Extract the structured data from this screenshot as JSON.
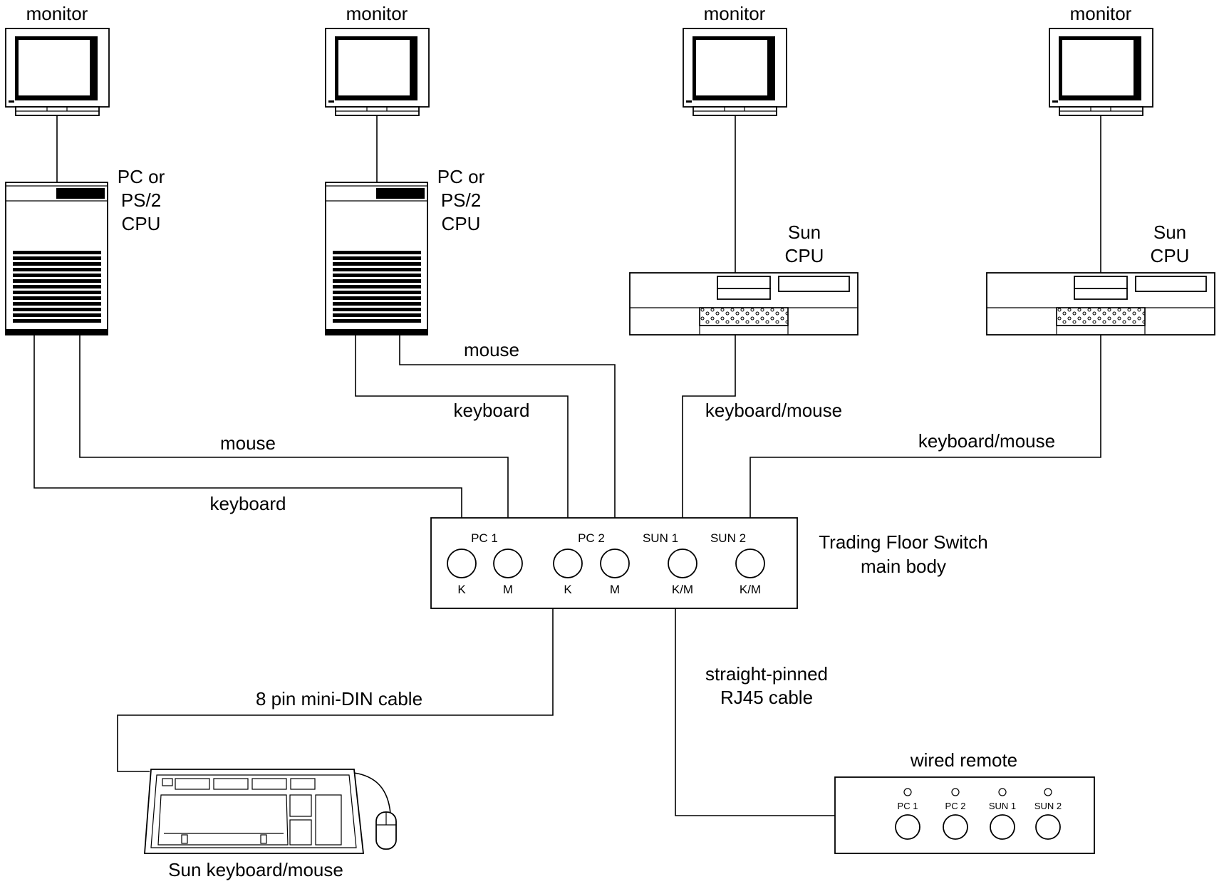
{
  "monitors": [
    {
      "label": "monitor"
    },
    {
      "label": "monitor"
    },
    {
      "label": "monitor"
    },
    {
      "label": "monitor"
    }
  ],
  "pc_cpus": [
    {
      "label_lines": [
        "PC or",
        "PS/2",
        "CPU"
      ]
    },
    {
      "label_lines": [
        "PC or",
        "PS/2",
        "CPU"
      ]
    }
  ],
  "sun_cpus": [
    {
      "label_lines": [
        "Sun",
        "CPU"
      ]
    },
    {
      "label_lines": [
        "Sun",
        "CPU"
      ]
    }
  ],
  "cables": {
    "pc1_mouse": "mouse",
    "pc1_keyboard": "keyboard",
    "pc2_mouse": "mouse",
    "pc2_keyboard": "keyboard",
    "sun1_km": "keyboard/mouse",
    "sun2_km": "keyboard/mouse",
    "mini_din": "8 pin mini-DIN cable",
    "rj45_lines": [
      "straight-pinned",
      "RJ45 cable"
    ]
  },
  "switch": {
    "title_lines": [
      "Trading Floor Switch",
      "main body"
    ],
    "groups": [
      "PC 1",
      "PC 2",
      "SUN 1",
      "SUN 2"
    ],
    "ports": [
      "K",
      "M",
      "K",
      "M",
      "K/M",
      "K/M"
    ]
  },
  "remote": {
    "title": "wired remote",
    "buttons": [
      "PC 1",
      "PC 2",
      "SUN 1",
      "SUN 2"
    ]
  },
  "keyboard": {
    "label": "Sun keyboard/mouse"
  }
}
